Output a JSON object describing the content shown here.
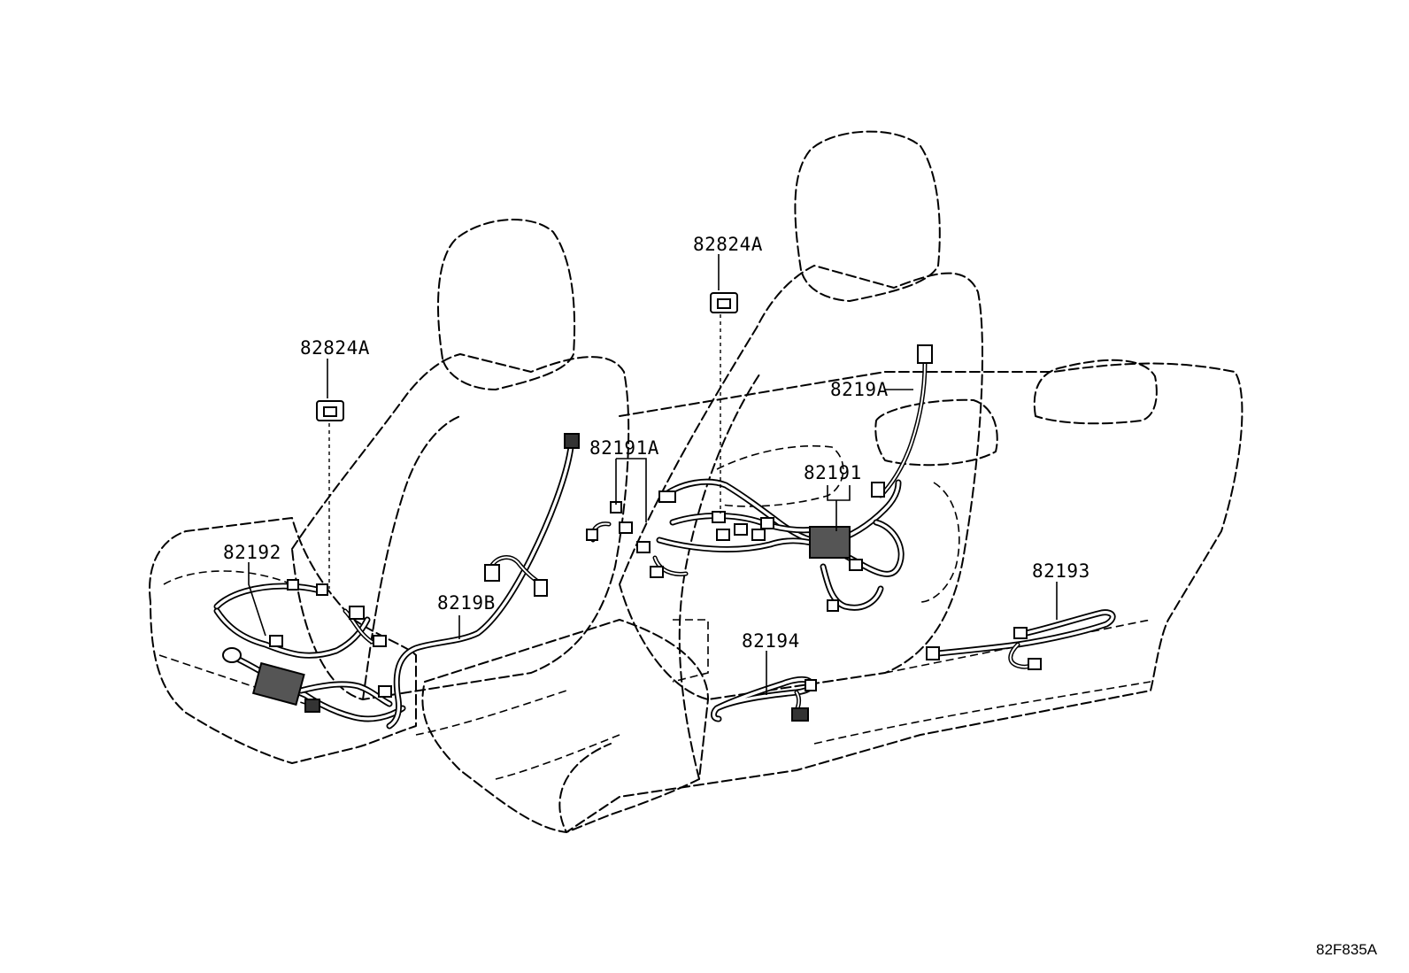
{
  "labels": {
    "p82824A_left": "82824A",
    "p82824A_right": "82824A",
    "p82191A": "82191A",
    "p8219A": "8219A",
    "p82191": "82191",
    "p82192": "82192",
    "p8219B": "8219B",
    "p82194": "82194",
    "p82193": "82193"
  },
  "figure_code": "82F835A"
}
